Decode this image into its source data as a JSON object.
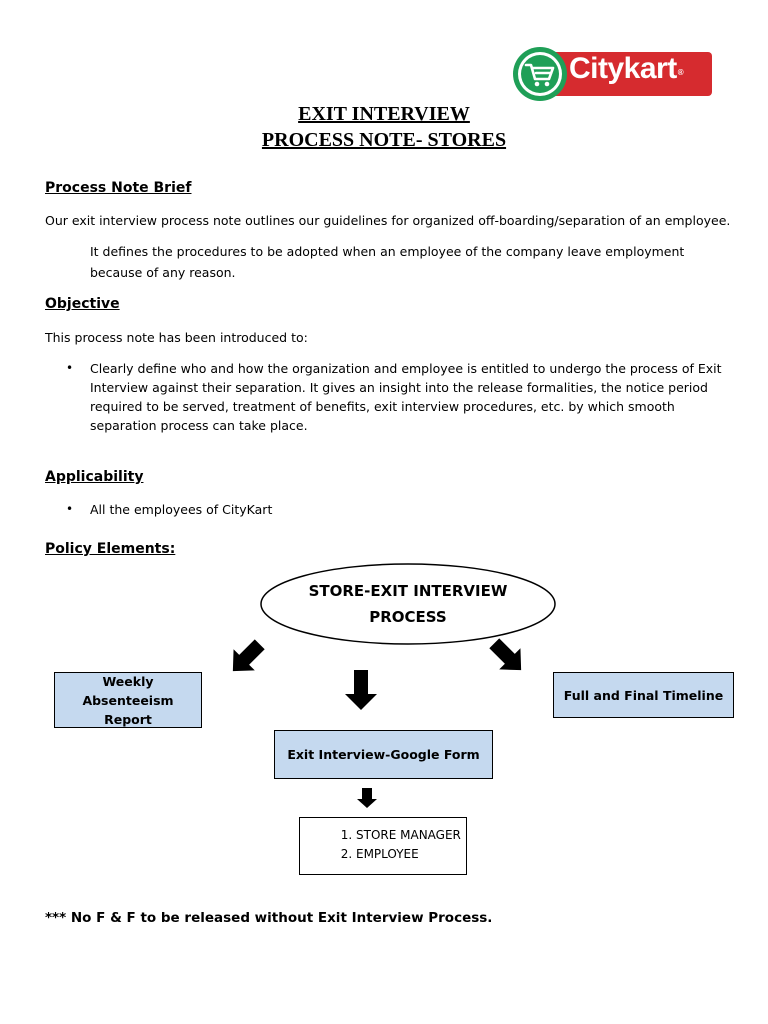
{
  "logo": {
    "brand": "Citykart",
    "reg_mark": "®",
    "colors": {
      "red": "#d62b2f",
      "green": "#1f9f57"
    }
  },
  "title": {
    "line1": "EXIT INTERVIEW",
    "line2": "PROCESS NOTE- STORES"
  },
  "brief": {
    "heading": "Process Note Brief",
    "line1": "Our exit interview process note outlines our guidelines for organized off-boarding/separation of an employee.",
    "line2": "It defines the procedures to be adopted when an employee of the company leave employment",
    "line3": "because of any reason."
  },
  "objective": {
    "heading": "Objective",
    "intro": "This process note has been introduced to:",
    "bullet_lines": [
      "Clearly define who and how the organization and employee is entitled to undergo the process of Exit",
      "Interview against their separation. It gives an insight into the release formalities, the notice period",
      "required to be served, treatment of benefits, exit interview procedures, etc. by which smooth",
      "separation process can take place."
    ]
  },
  "applicability": {
    "heading": "Applicability",
    "bullet": "All the employees of CityKart"
  },
  "policy": {
    "heading": "Policy Elements:"
  },
  "diagram": {
    "ellipse_line1": "STORE-EXIT INTERVIEW",
    "ellipse_line2": "PROCESS",
    "left_box_line1": "Weekly Absenteeism",
    "left_box_line2": "Report",
    "right_box": "Full and Final Timeline",
    "center_box": "Exit Interview-Google Form",
    "list": [
      "STORE MANAGER",
      "EMPLOYEE"
    ],
    "box_fill": "#c5d9ef"
  },
  "footer_note": "*** No F & F to be released without Exit Interview Process."
}
